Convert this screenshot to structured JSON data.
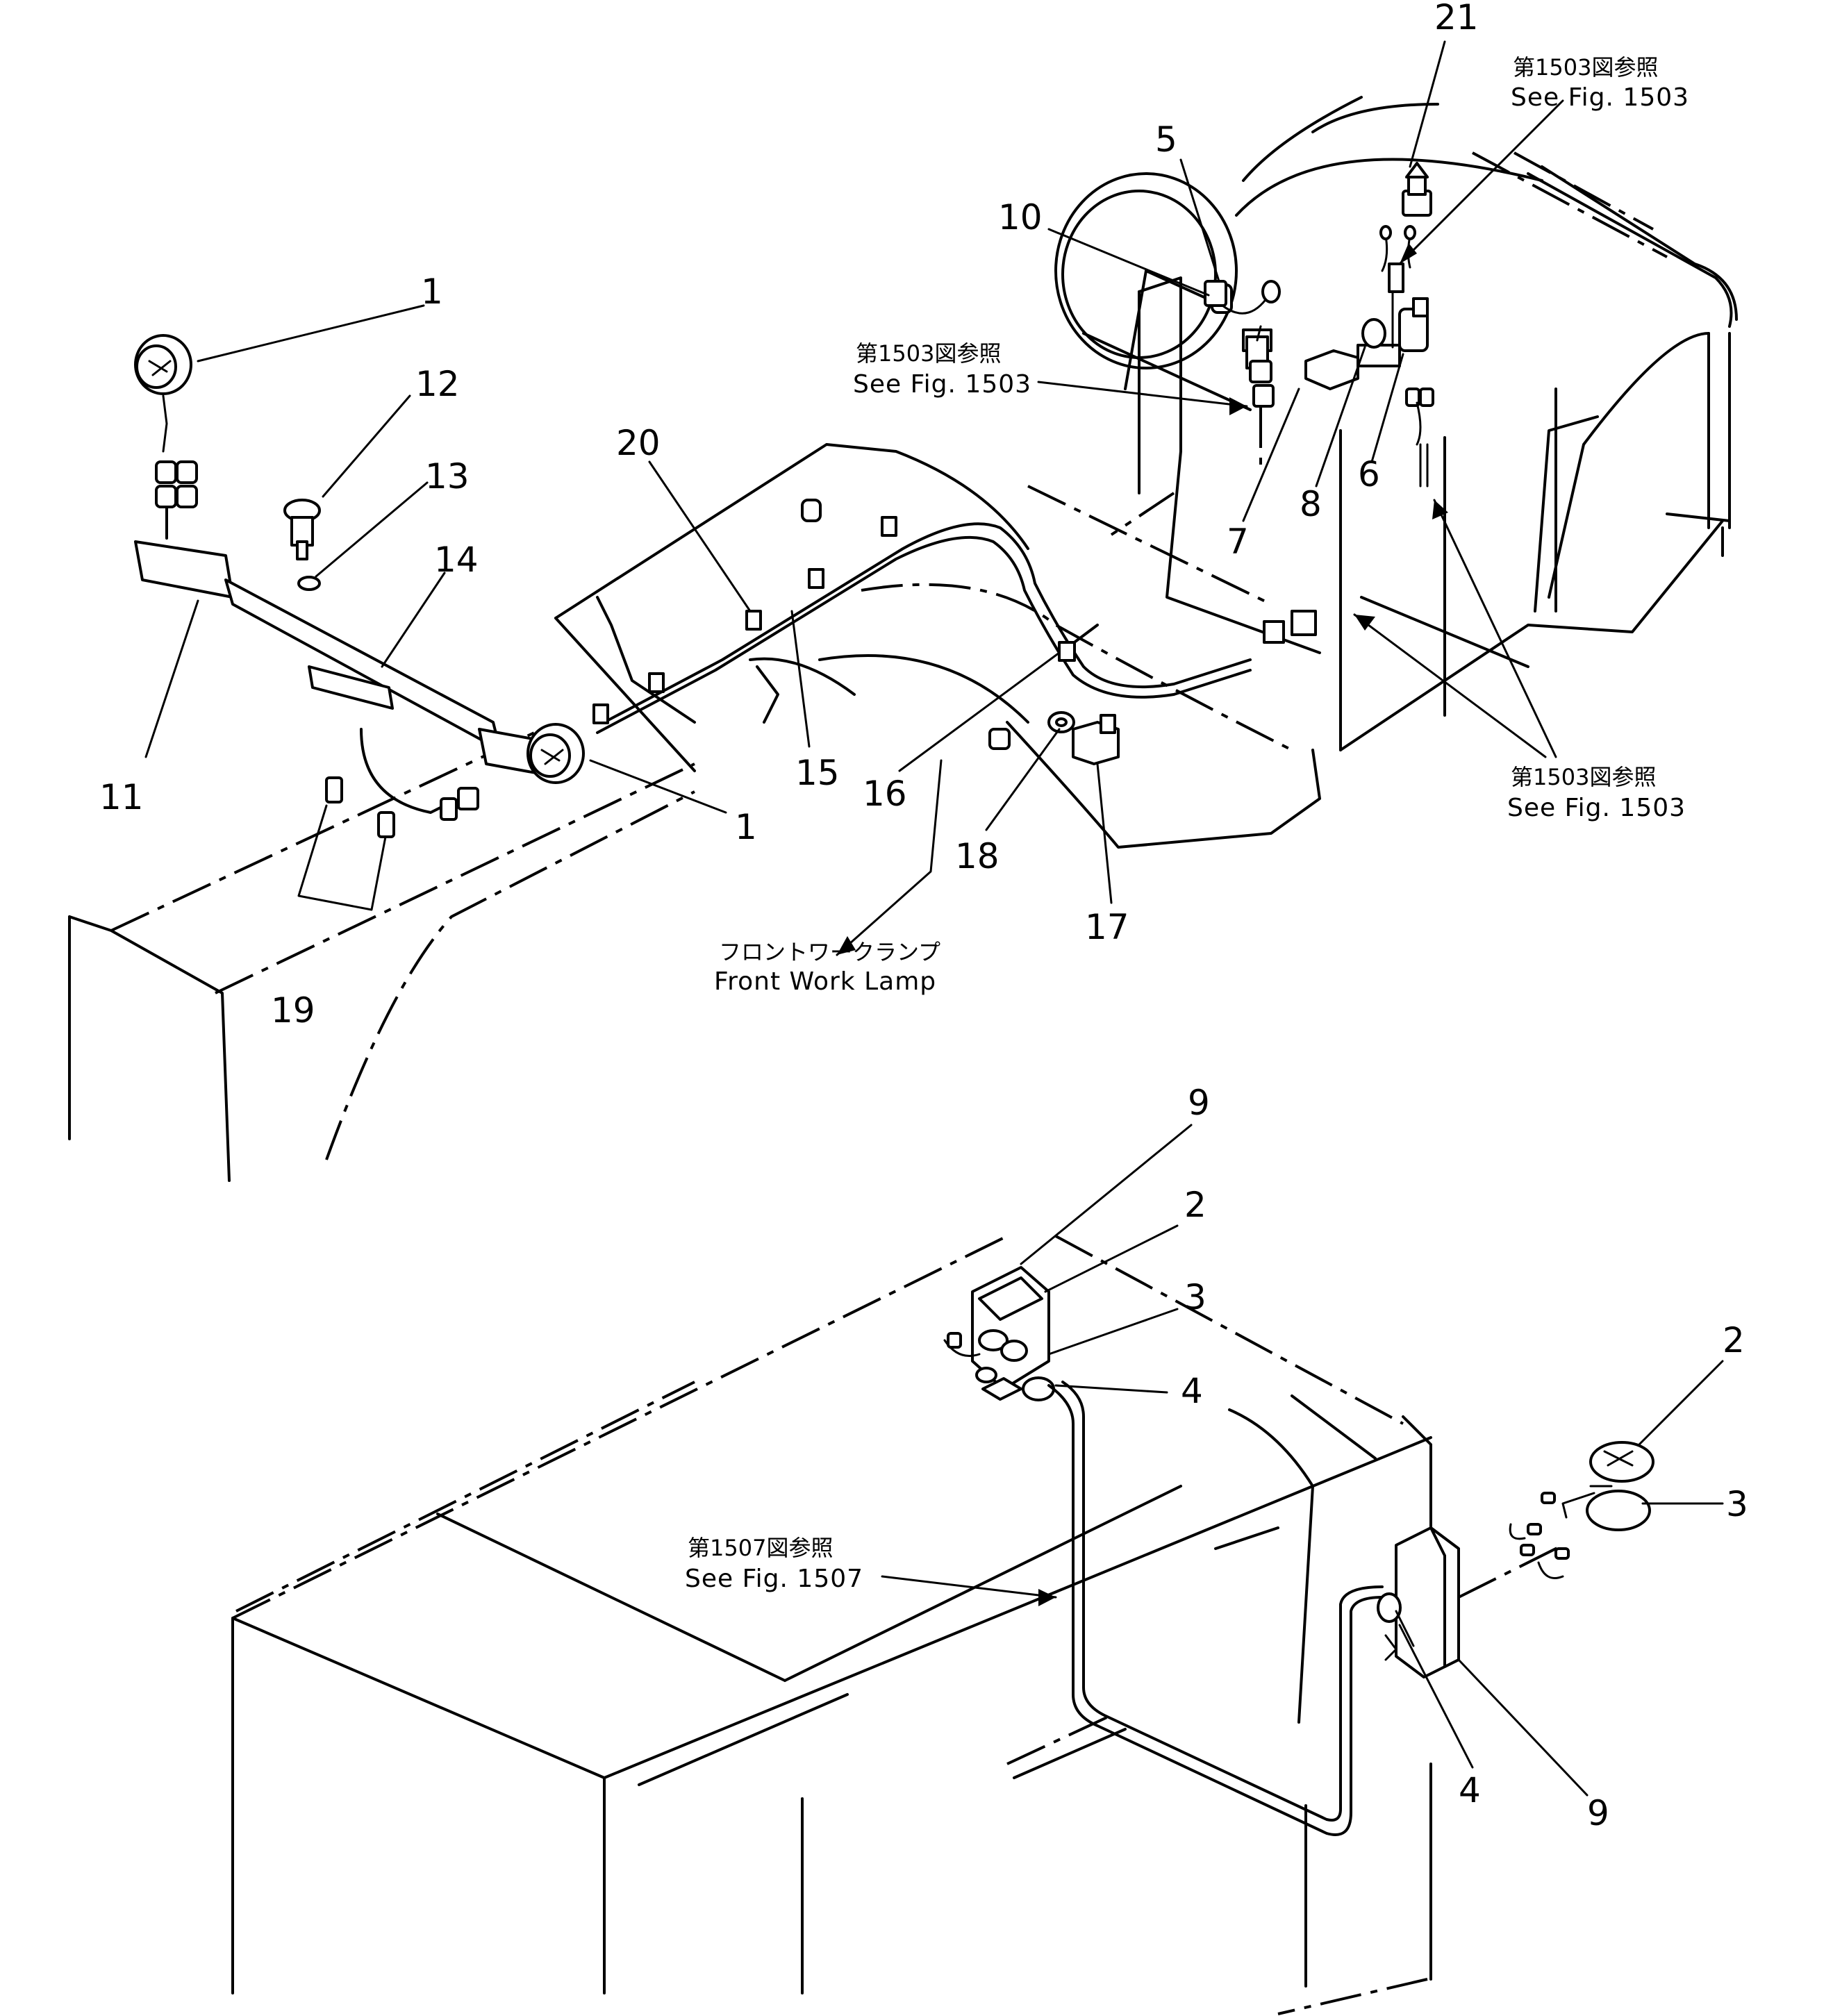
{
  "callouts": [
    {
      "id": "c21",
      "text": "21"
    },
    {
      "id": "c5",
      "text": "5"
    },
    {
      "id": "c10",
      "text": "10"
    },
    {
      "id": "c1a",
      "text": "1"
    },
    {
      "id": "c12",
      "text": "12"
    },
    {
      "id": "c13",
      "text": "13"
    },
    {
      "id": "c20",
      "text": "20"
    },
    {
      "id": "c14",
      "text": "14"
    },
    {
      "id": "c7",
      "text": "7"
    },
    {
      "id": "c8",
      "text": "8"
    },
    {
      "id": "c6",
      "text": "6"
    },
    {
      "id": "c11",
      "text": "11"
    },
    {
      "id": "c15",
      "text": "15"
    },
    {
      "id": "c16",
      "text": "16"
    },
    {
      "id": "c1b",
      "text": "1"
    },
    {
      "id": "c18",
      "text": "18"
    },
    {
      "id": "c17",
      "text": "17"
    },
    {
      "id": "c19",
      "text": "19"
    },
    {
      "id": "c9a",
      "text": "9"
    },
    {
      "id": "c2a",
      "text": "2"
    },
    {
      "id": "c3a",
      "text": "3"
    },
    {
      "id": "c4a",
      "text": "4"
    },
    {
      "id": "c2b",
      "text": "2"
    },
    {
      "id": "c3b",
      "text": "3"
    },
    {
      "id": "c4b",
      "text": "4"
    },
    {
      "id": "c9b",
      "text": "9"
    }
  ],
  "references": [
    {
      "id": "ref_top",
      "jp": "第1503図参照",
      "en": "See Fig. 1503"
    },
    {
      "id": "ref_mid",
      "jp": "第1503図参照",
      "en": "See Fig. 1503"
    },
    {
      "id": "ref_right",
      "jp": "第1503図参照",
      "en": "See Fig. 1503"
    },
    {
      "id": "ref_1507",
      "jp": "第1507図参照",
      "en": "See Fig. 1507"
    },
    {
      "id": "front_lamp",
      "jp": "フロントワークランプ",
      "en": "Front Work Lamp"
    }
  ]
}
